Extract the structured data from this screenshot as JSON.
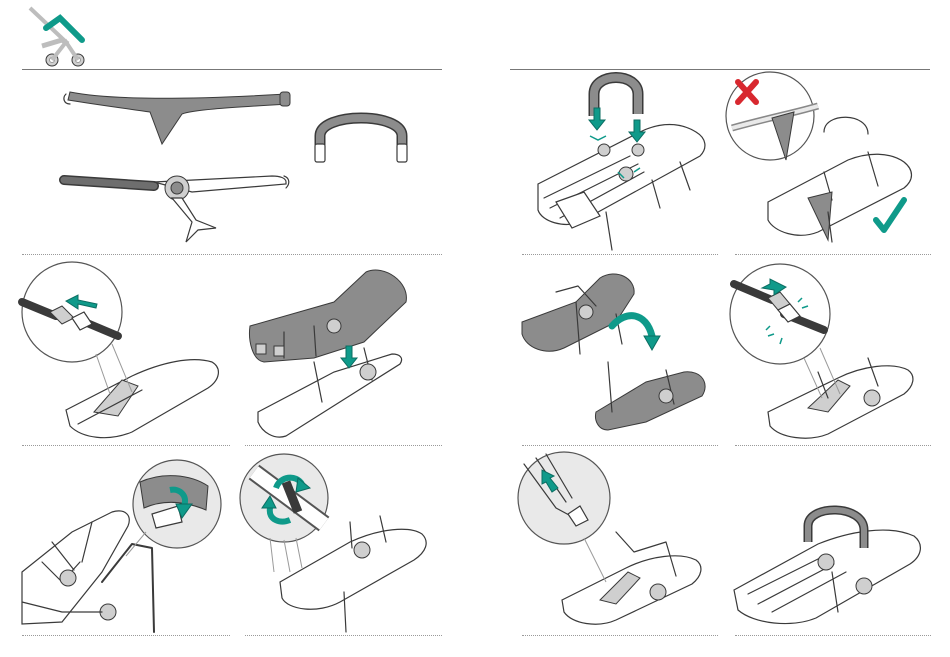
{
  "manual": {
    "header_icon": "stroller-seat-attach-icon",
    "accent_color": "#0f9a8a",
    "warning_color": "#d8282f"
  },
  "panels": [
    {
      "id": "parts-overview",
      "icons": [
        "sun-canopy-icon",
        "bumper-bar-icon",
        "canopy-frame-icon"
      ]
    },
    {
      "id": "step-bumper-clips",
      "icons": [
        "arrow-down-icon"
      ]
    },
    {
      "id": "step-canopy-wrong-right",
      "icons": [
        "cross-mark-icon",
        "check-mark-icon"
      ]
    },
    {
      "id": "step-unbuckle-belt",
      "icons": [
        "arrow-left-icon"
      ]
    },
    {
      "id": "step-place-seat-on-frame",
      "icons": [
        "arrow-down-icon"
      ]
    },
    {
      "id": "step-flip-seat",
      "icons": [
        "rotate-arrow-icon"
      ]
    },
    {
      "id": "step-buckle-belt",
      "icons": [
        "arrow-right-icon",
        "click-sound-icon"
      ]
    },
    {
      "id": "step-strap-hook",
      "icons": [
        "arrow-down-icon"
      ]
    },
    {
      "id": "step-wrap-strap",
      "icons": [
        "rotate-arrow-icon"
      ]
    },
    {
      "id": "step-pull-strap",
      "icons": [
        "arrow-up-icon"
      ]
    },
    {
      "id": "step-final-result",
      "icons": []
    }
  ]
}
